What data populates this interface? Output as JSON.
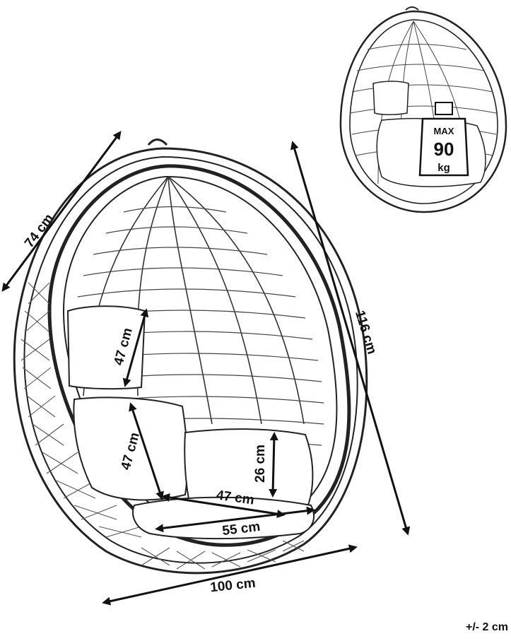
{
  "dimensions": {
    "depth": "74 cm",
    "height": "116 cm",
    "width": "100 cm",
    "cushion_back_height": "47 cm",
    "seat_back_height": "47 cm",
    "seat_cushion_height": "26 cm",
    "seat_depth": "47 cm",
    "seat_width": "55 cm"
  },
  "load": {
    "max_label": "MAX",
    "value": "90",
    "unit": "kg"
  },
  "tolerance": "+/- 2 cm"
}
